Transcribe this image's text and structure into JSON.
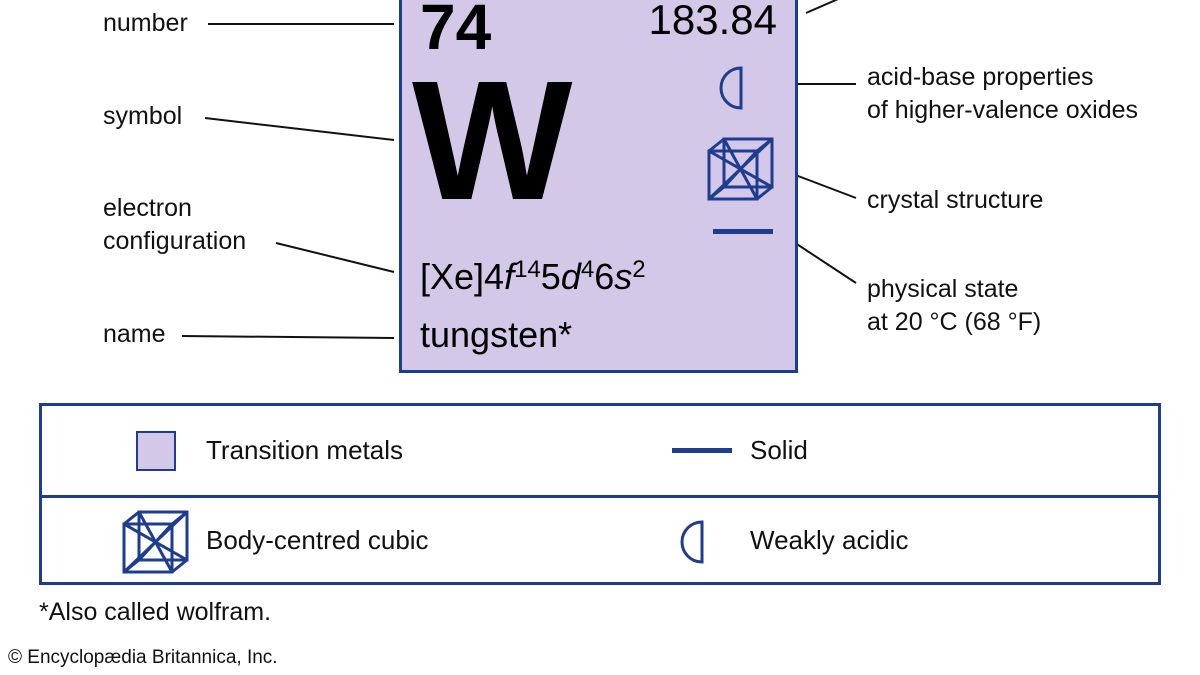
{
  "labels": {
    "number": "number",
    "symbol": "symbol",
    "electron_configuration": [
      "electron",
      "configuration"
    ],
    "name": "name",
    "acid_base": [
      "acid-base properties",
      "of higher-valence oxides"
    ],
    "crystal_structure": "crystal structure",
    "physical_state": [
      "physical state",
      "at 20 °C (68 °F)"
    ]
  },
  "element": {
    "atomic_number": "74",
    "atomic_weight": "183.84",
    "symbol": "W",
    "config_core": "[Xe]4",
    "config_f": "f",
    "config_f_sup": "14",
    "config_num2": "5",
    "config_d": "d",
    "config_d_sup": "4",
    "config_num3": "6",
    "config_s": "s",
    "config_s_sup": "2",
    "name": "tungsten*",
    "color": "#d3c8e8"
  },
  "legend": {
    "category": "Transition metals",
    "state": "Solid",
    "crystal": "Body-centred cubic",
    "acidity": "Weakly acidic",
    "icons": [
      "category-swatch",
      "solid-state-icon",
      "body-centred-cubic-icon",
      "weakly-acidic-icon"
    ]
  },
  "footnote": "*Also called wolfram.",
  "credit": "© Encyclopædia Britannica, Inc.",
  "colors": {
    "accent": "#1f3d8f",
    "card": "#d3c8e8"
  }
}
